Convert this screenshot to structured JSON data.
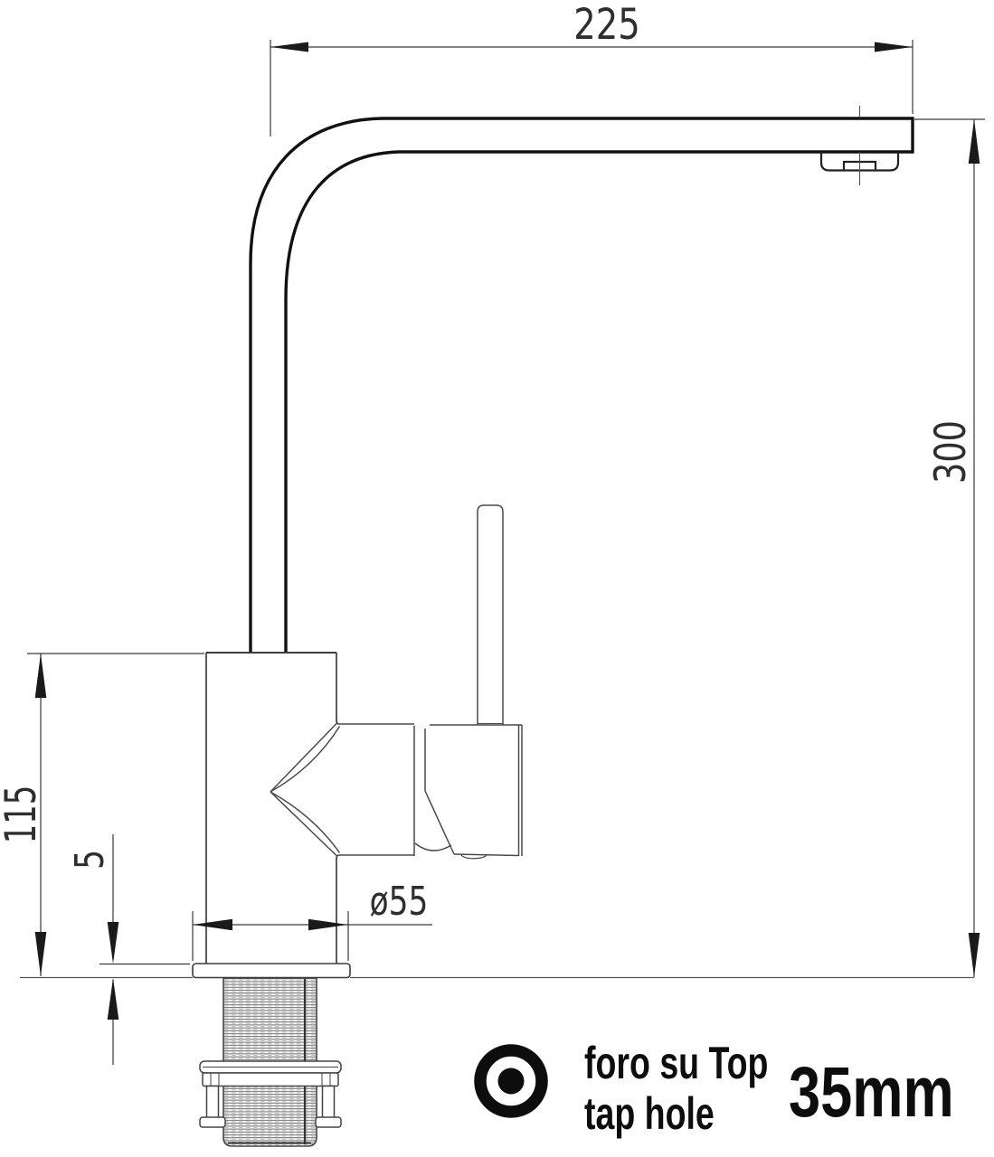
{
  "drawing_type": "kitchen mixer tap technical drawing",
  "dimensions": {
    "spout_reach": "225",
    "total_height": "300",
    "body_height": "115",
    "deck_thickness": "5",
    "base_diameter": "ø55"
  },
  "legend": {
    "tap_hole_label_it": "foro su Top",
    "tap_hole_label_en": "tap hole",
    "tap_hole_size": "35mm",
    "icon": "tap-hole-bullseye-icon"
  },
  "colors": {
    "background": "#ffffff",
    "thick_outline": "#111111",
    "thin_outline": "#4a4a4a",
    "dimension_line": "#3a3a3a",
    "arrow_fill": "#1a1a1a",
    "bold_text": "#0d0d0d",
    "thread_hatch": "#6b6b6b"
  }
}
